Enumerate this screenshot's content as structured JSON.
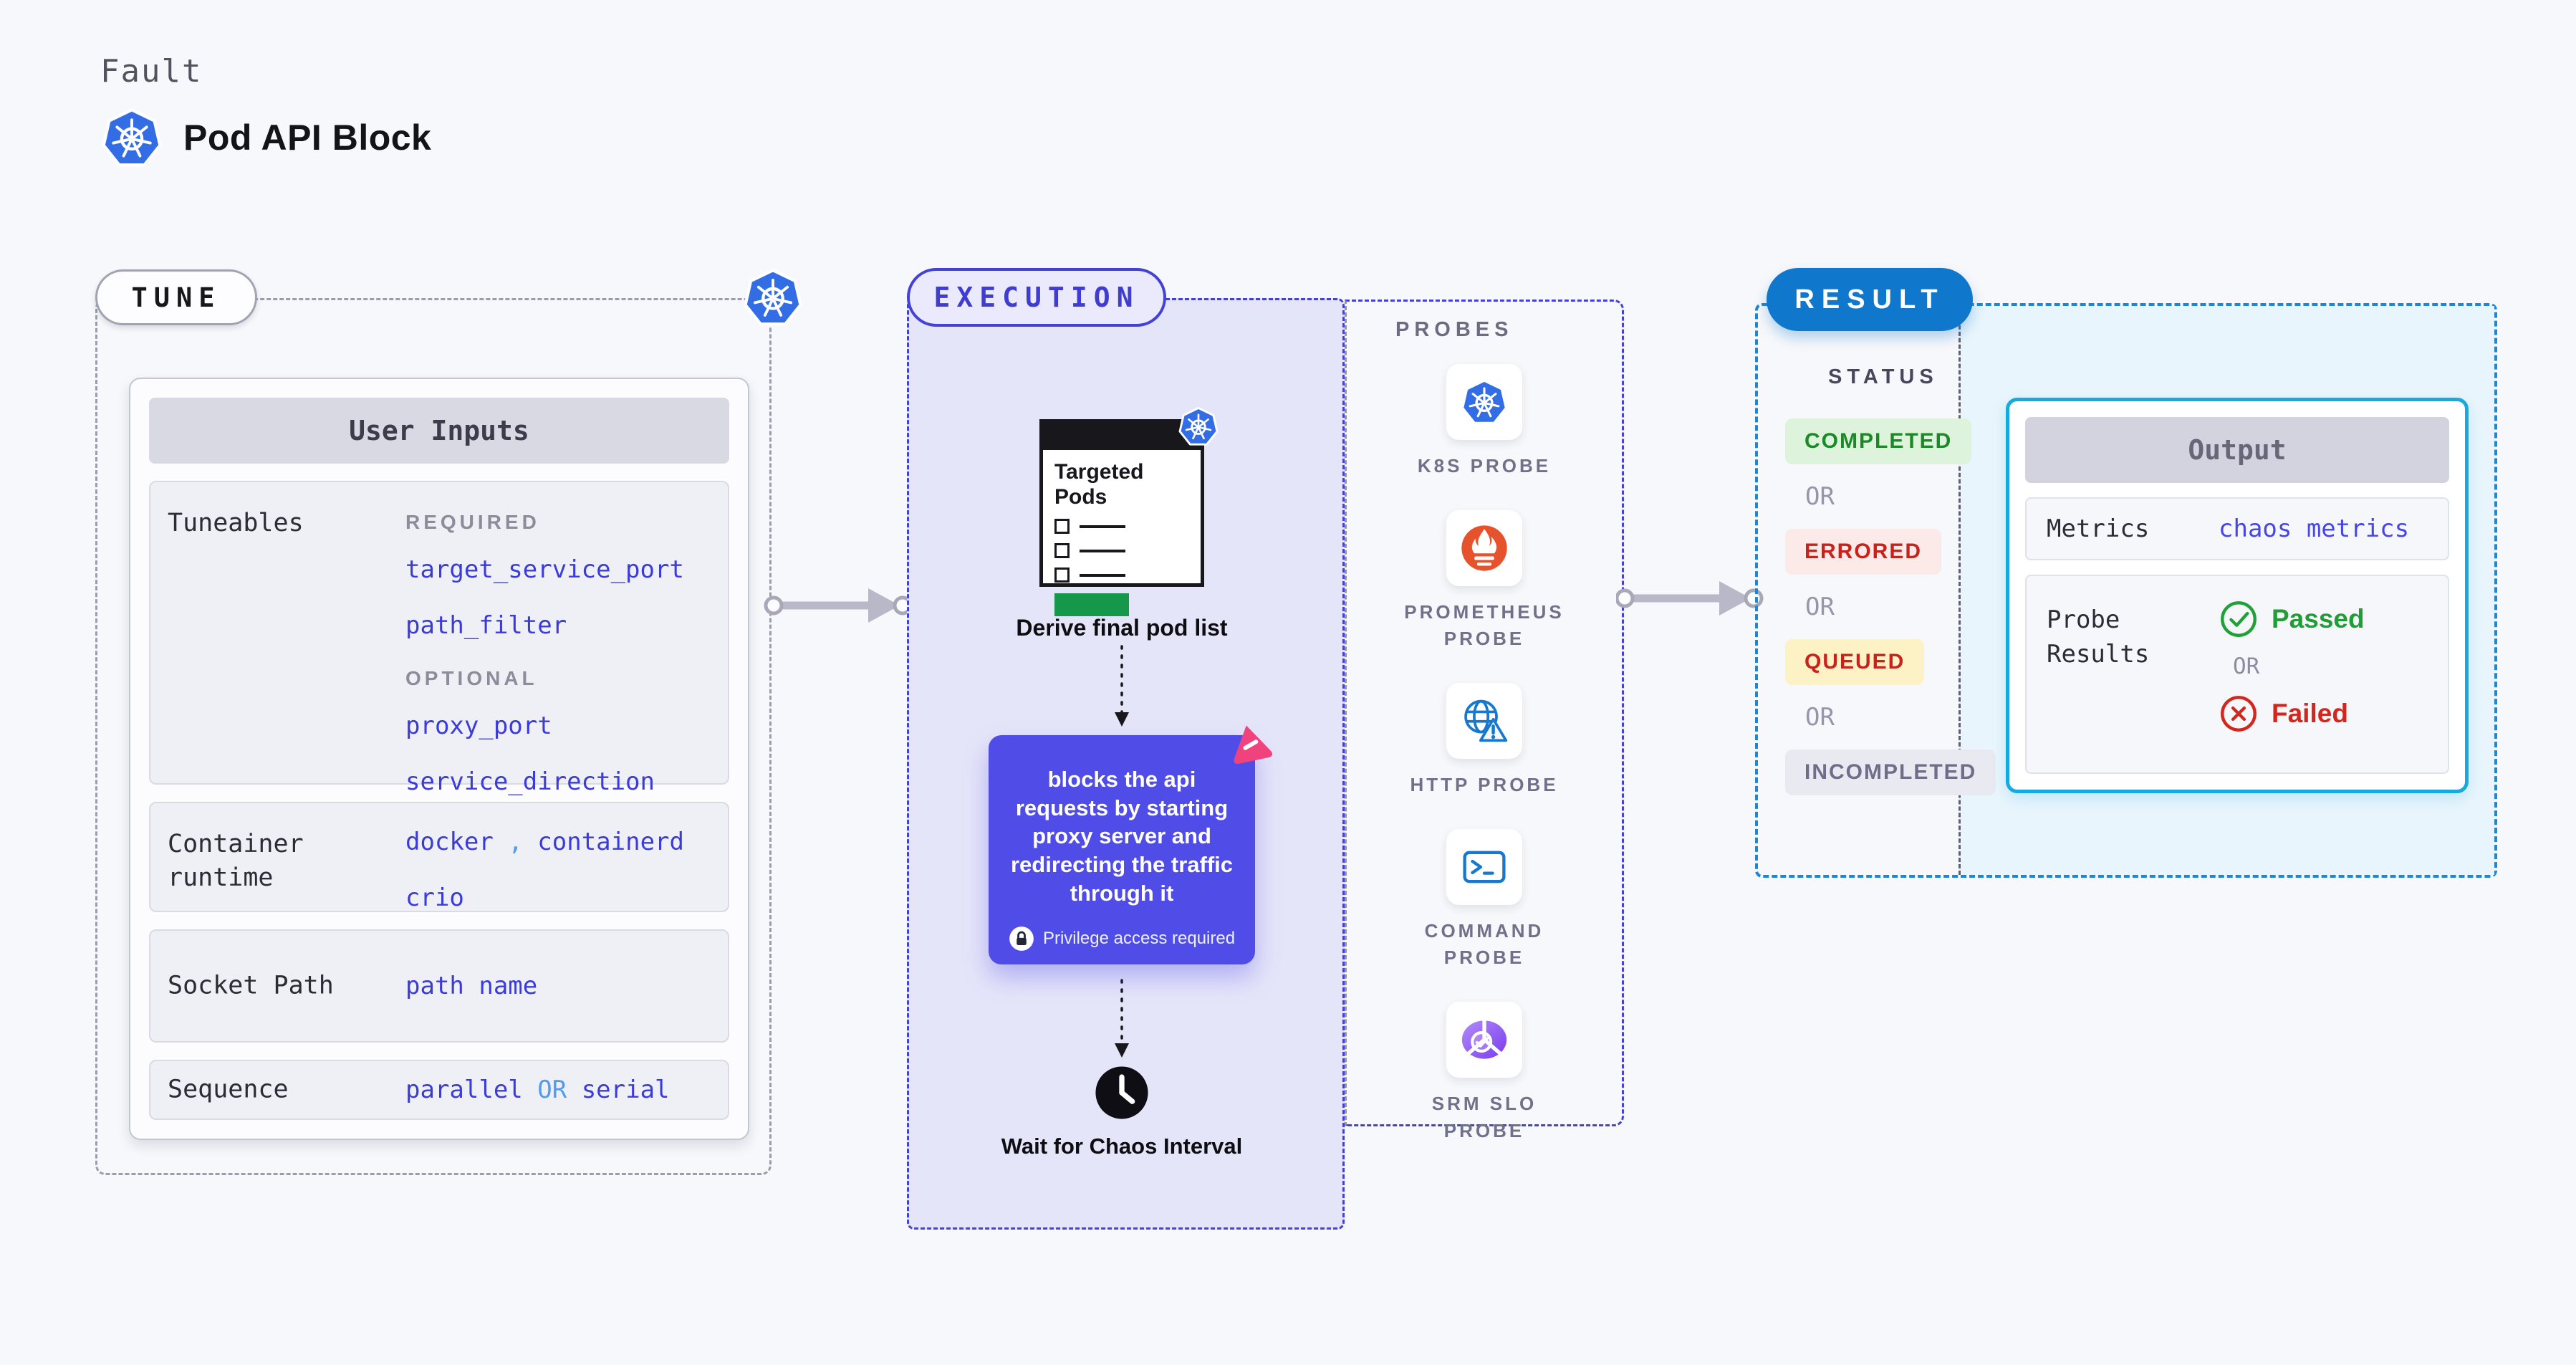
{
  "header": {
    "kicker": "Fault",
    "title": "Pod API Block"
  },
  "tune": {
    "badge": "TUNE",
    "card_title": "User Inputs",
    "tuneables_label": "Tuneables",
    "required_label": "REQUIRED",
    "required_items": [
      "target_service_port",
      "path_filter"
    ],
    "optional_label": "OPTIONAL",
    "optional_items": [
      "proxy_port",
      "service_direction"
    ],
    "runtime_label": "Container runtime",
    "runtime_first": "docker",
    "runtime_comma": ",",
    "runtime_second": "containerd",
    "runtime_third": "crio",
    "socket_label": "Socket Path",
    "socket_value": "path name",
    "sequence_label": "Sequence",
    "sequence_first": "parallel",
    "sequence_or": "OR",
    "sequence_second": "serial"
  },
  "execution": {
    "badge": "EXECUTION",
    "targeted_pods_title": "Targeted Pods",
    "derive_label": "Derive final pod list",
    "action_text": "blocks the api requests by starting proxy server and redirecting the traffic through it",
    "privilege_label": "Privilege access required",
    "wait_label": "Wait for Chaos Interval"
  },
  "probes": {
    "title": "PROBES",
    "items": [
      {
        "label": "K8S PROBE",
        "icon": "kubernetes-icon"
      },
      {
        "label": "PROMETHEUS PROBE",
        "icon": "prometheus-icon"
      },
      {
        "label": "HTTP PROBE",
        "icon": "globe-warning-icon"
      },
      {
        "label": "COMMAND PROBE",
        "icon": "terminal-icon"
      },
      {
        "label": "SRM SLO PROBE",
        "icon": "slo-chart-icon"
      }
    ]
  },
  "result": {
    "badge": "RESULT",
    "status_label": "STATUS",
    "or_label": "OR",
    "statuses": [
      {
        "label": "COMPLETED",
        "style": "background:#def3dc;color:#1b8926"
      },
      {
        "label": "ERRORED",
        "style": "background:#fceae8;color:#cb211b"
      },
      {
        "label": "QUEUED",
        "style": "background:#fdf2c5;color:#cb211b"
      },
      {
        "label": "INCOMPLETED",
        "style": "background:#e9e9f1;color:#6e6e8b"
      }
    ],
    "output": {
      "title": "Output",
      "metrics_label": "Metrics",
      "metrics_value": "chaos metrics",
      "probe_results_label": "Probe Results",
      "passed_label": "Passed",
      "or_label": "OR",
      "failed_label": "Failed"
    }
  },
  "colors": {
    "accent_indigo": "#4441d6",
    "result_blue": "#0f78cc",
    "output_cyan": "#17aadc",
    "value_blue": "#3b3bdc",
    "value_light_blue": "#4d9bf5",
    "passed_green": "#1f9e35",
    "failed_red": "#d3261d",
    "k8s_blue": "#326de6",
    "prometheus_orange": "#e6522c",
    "chaos_pink": "#f0437e",
    "execution_lavender": "#e5e5f9",
    "result_panel_cyan": "#e9f5fc"
  }
}
